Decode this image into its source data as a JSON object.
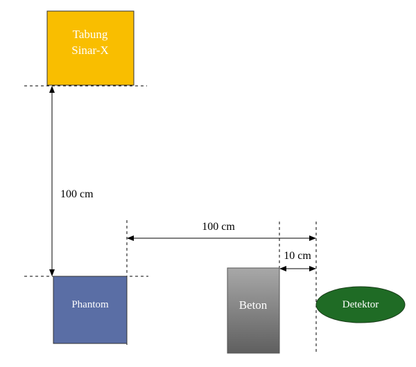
{
  "boxes": {
    "tube_line1": "Tabung",
    "tube_line2": "Sinar-X",
    "phantom": "Phantom",
    "concrete": "Beton",
    "detector": "Detektor"
  },
  "dimensions": {
    "vertical_distance": "100 cm",
    "horizontal_distance": "100 cm",
    "gap_distance": "10 cm"
  },
  "colors": {
    "tube_fill": "#F9BE00",
    "phantom_fill": "#5A6EA5",
    "detector_fill": "#1F6B25",
    "concrete_top": "#A8A8A8",
    "concrete_bottom": "#5F5F5F"
  }
}
